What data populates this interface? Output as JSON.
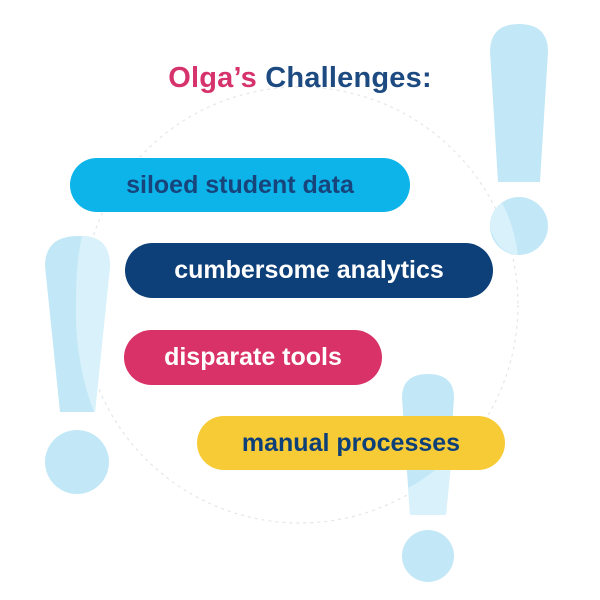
{
  "title": {
    "name": "Olga’s",
    "rest": "Challenges:"
  },
  "colors": {
    "title_name": "#d6336c",
    "title_rest": "#1d4a80",
    "exclamation": "#c2e8f7",
    "exclamation_light": "#d8f1fa",
    "circle_outline": "#e3e6ea"
  },
  "challenges": [
    {
      "label": "siloed student data",
      "bg": "#0db4ea",
      "fg": "#17447a"
    },
    {
      "label": "cumbersome analytics",
      "bg": "#0d3f78",
      "fg": "#ffffff"
    },
    {
      "label": "disparate tools",
      "bg": "#d93268",
      "fg": "#ffffff"
    },
    {
      "label": "manual processes",
      "bg": "#f7cb36",
      "fg": "#0d3f78"
    }
  ],
  "decorations": [
    {
      "icon": "exclamation-icon",
      "position": "top-right"
    },
    {
      "icon": "exclamation-icon",
      "position": "left"
    },
    {
      "icon": "exclamation-icon",
      "position": "bottom-right"
    }
  ]
}
